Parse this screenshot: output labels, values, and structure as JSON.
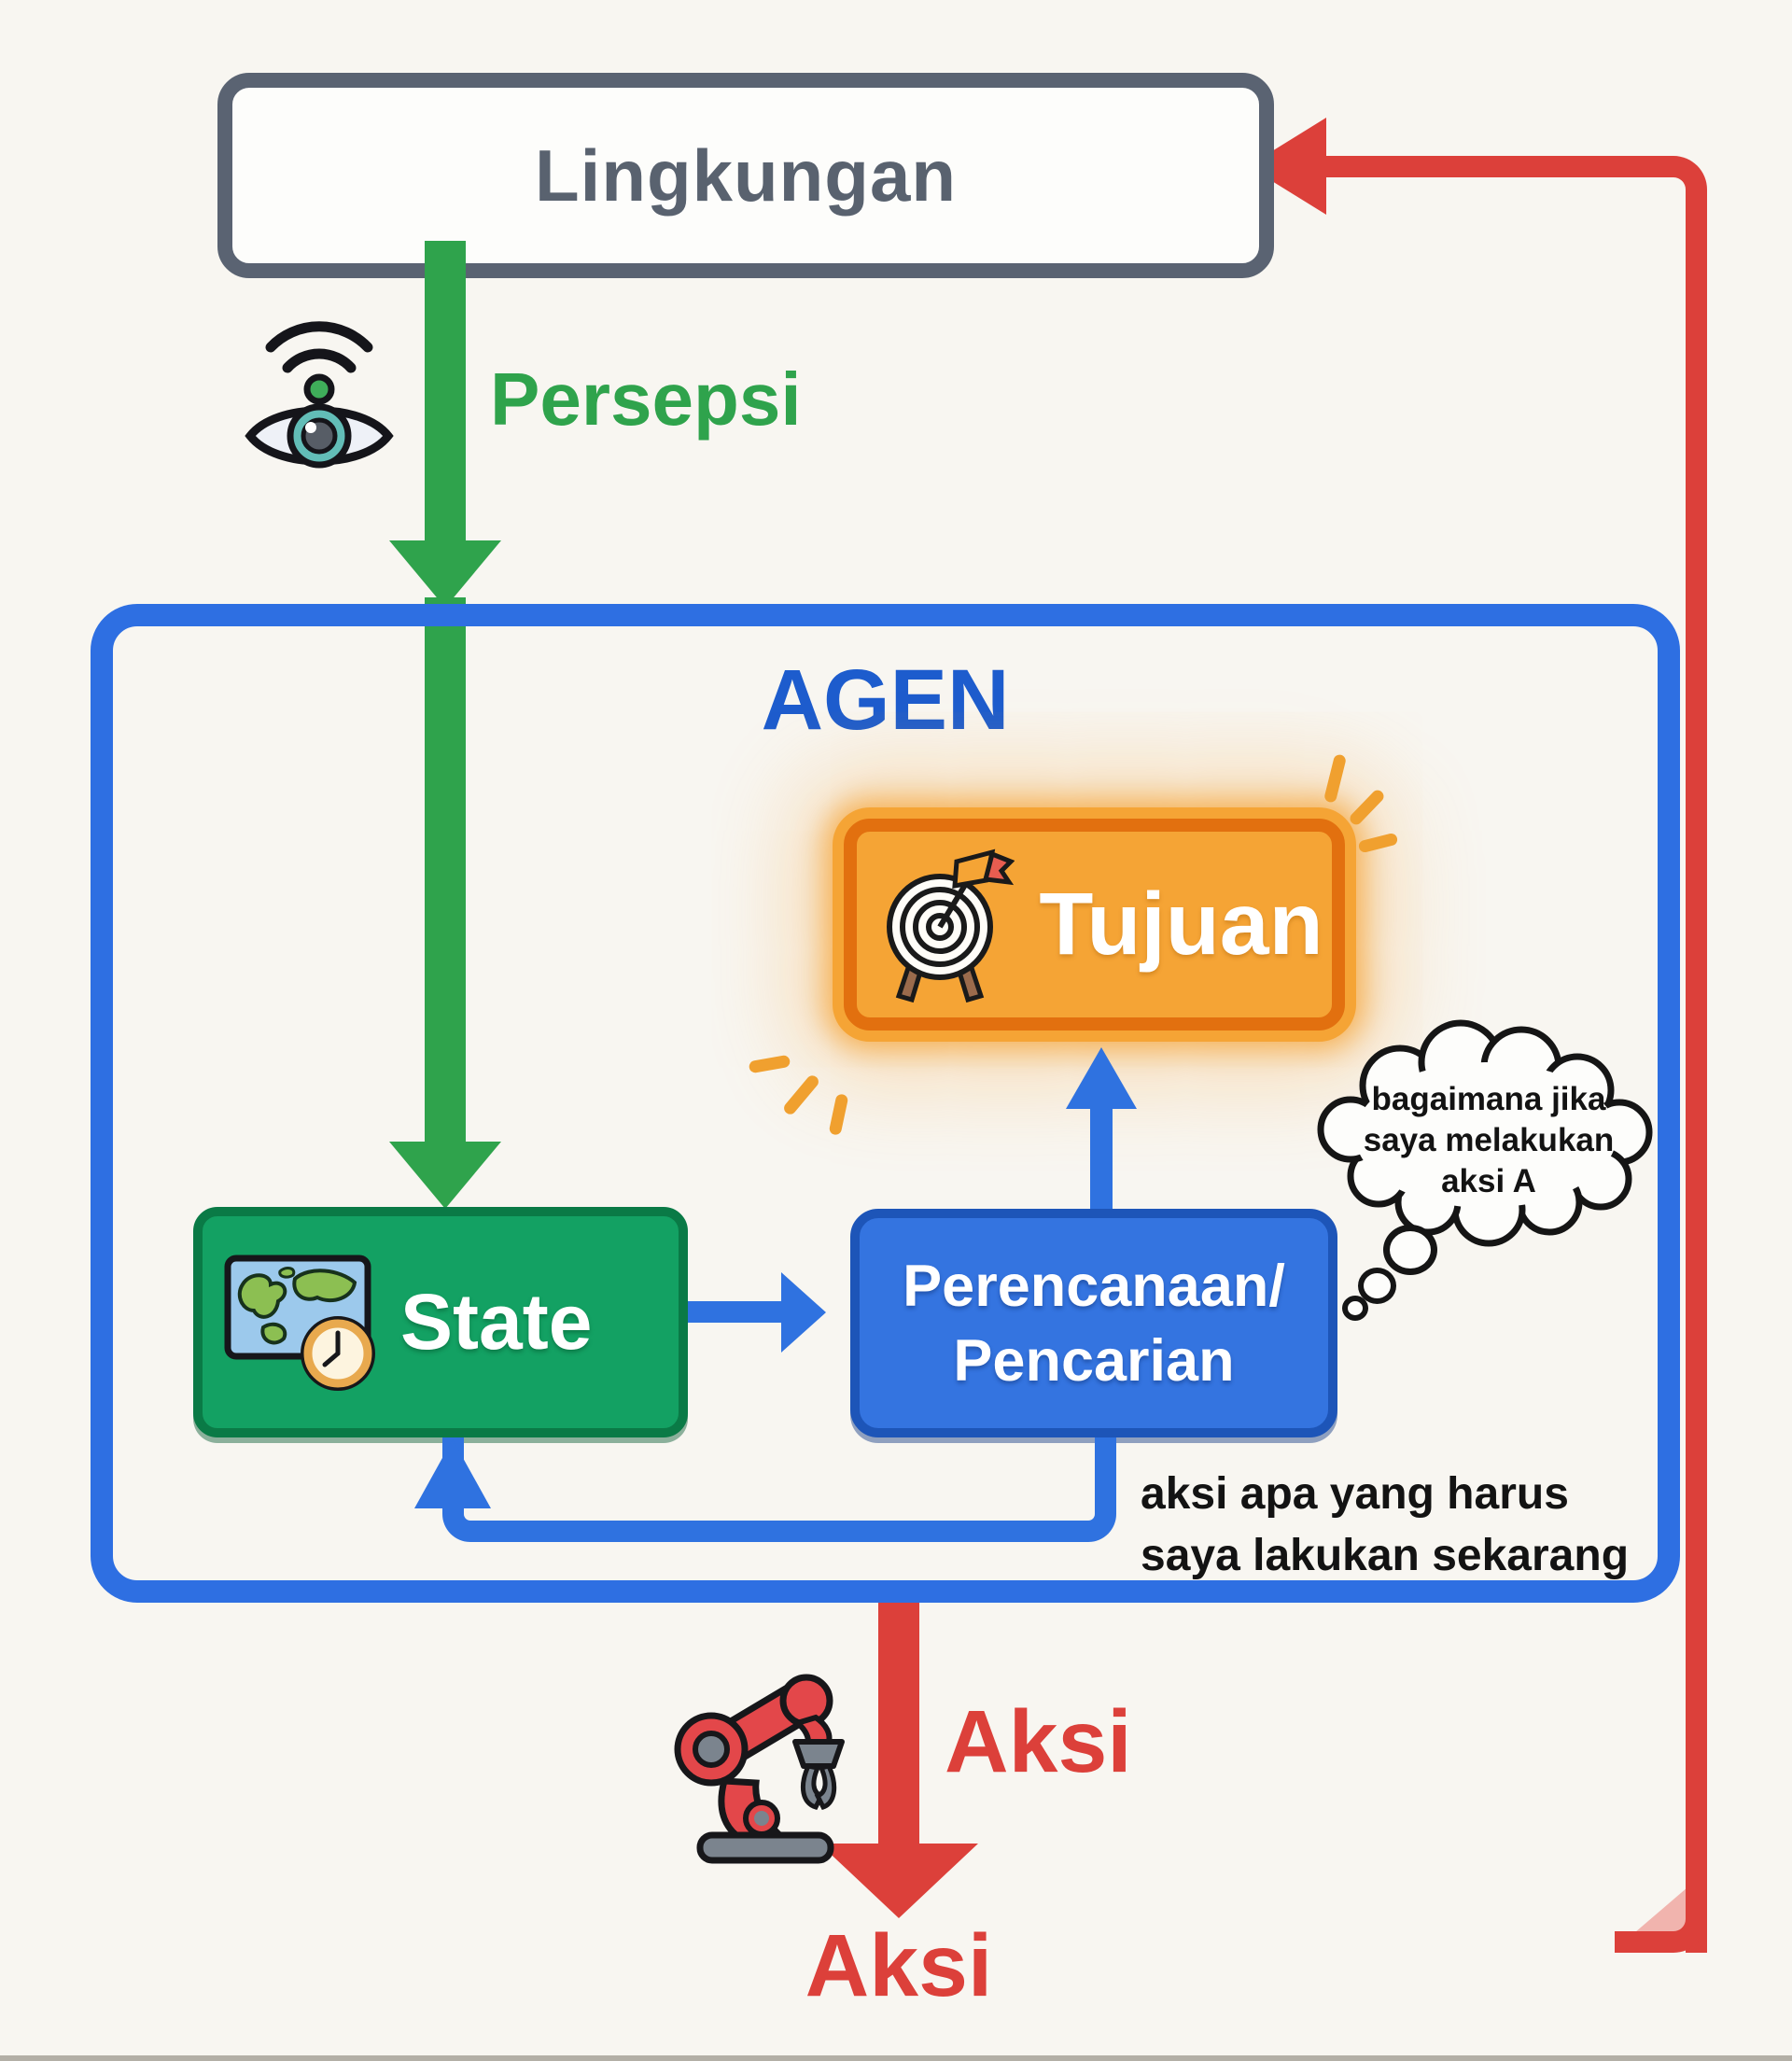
{
  "colors": {
    "bg": "#f8f6f1",
    "green": "#2fa34c",
    "green_box": "#13a163",
    "green_box_border": "#0a7a46",
    "blue": "#2f72e0",
    "blue_box": "#3474e0",
    "blue_box_border": "#1d55b8",
    "agen_border": "#2e6fe2",
    "orange_box": "#f5a435",
    "orange_border": "#e2700f",
    "red": "#dc403a",
    "gray_border": "#5a6372",
    "text_dark": "#131313"
  },
  "environment": {
    "label": "Lingkungan"
  },
  "perception": {
    "label": "Persepsi",
    "icon": "eye-sensor-icon"
  },
  "agent": {
    "label": "AGEN"
  },
  "goal": {
    "label": "Tujuan",
    "icon": "target-flag-icon"
  },
  "state": {
    "label": "State",
    "icon": "map-clock-icon"
  },
  "planning": {
    "line1": "Perencanaan/",
    "line2": "Pencarian"
  },
  "action": {
    "label_side": "Aksi",
    "label_bottom": "Aksi",
    "icon": "robot-arm-icon"
  },
  "thought_bubble": {
    "line1": "bagaimana jika",
    "line2": "saya melakukan",
    "line3": "aksi A"
  },
  "planning_note": {
    "line1": "aksi apa yang harus",
    "line2": "saya lakukan sekarang"
  }
}
